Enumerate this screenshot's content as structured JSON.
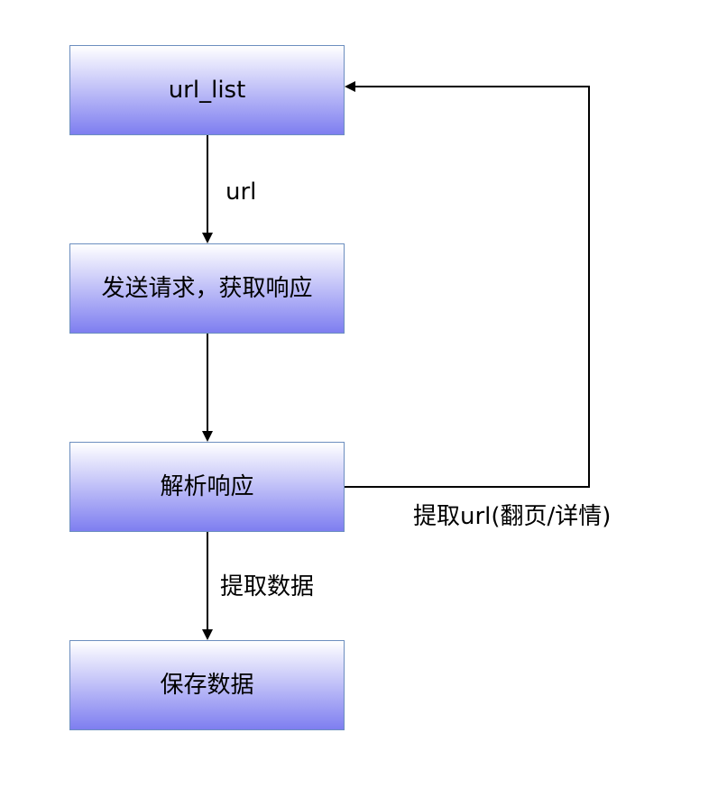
{
  "nodes": {
    "url_list": "url_list",
    "send_request": "发送请求，获取响应",
    "parse_response": "解析响应",
    "save_data": "保存数据"
  },
  "edges": {
    "url": "url",
    "extract_data": "提取数据",
    "extract_url": "提取url(翻页/详情)"
  },
  "colors": {
    "node_border": "#6c8ebf",
    "node_gradient_top": "#ffffff",
    "node_gradient_bottom": "#7e7ef0",
    "line": "#000000"
  }
}
